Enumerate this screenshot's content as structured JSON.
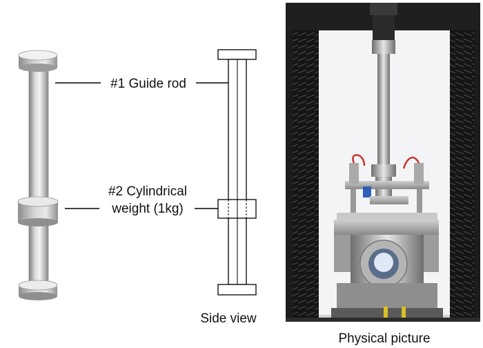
{
  "labels": {
    "guide_rod": "#1 Guide rod",
    "weight_line1": "#2 Cylindrical",
    "weight_line2": "weight (1kg)",
    "side_view": "Side view",
    "physical_picture": "Physical picture"
  }
}
